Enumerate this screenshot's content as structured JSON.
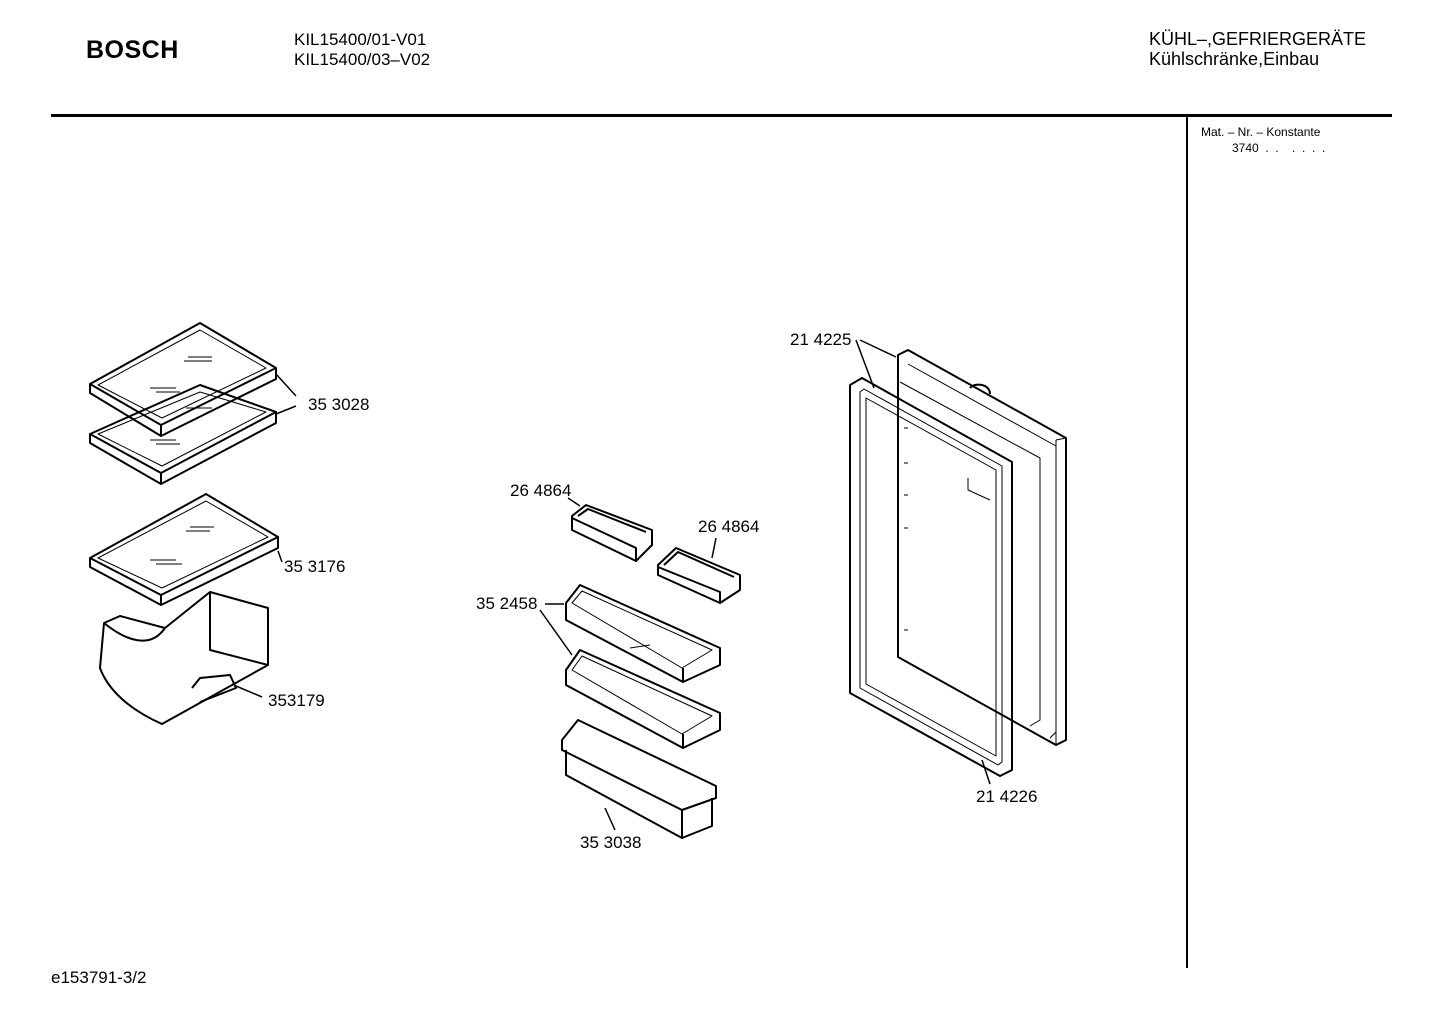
{
  "header": {
    "brand": "BOSCH",
    "models": [
      "KIL15400/01-V01",
      "KIL15400/03–V02"
    ],
    "category": "KÜHL–,GEFRIERGERÄTE",
    "subcategory": "Kühlschränke,Einbau"
  },
  "sidebar": {
    "mat_heading": "Mat. – Nr. – Konstante",
    "mat_value": "3740  .  .    .  .  .  ."
  },
  "parts": [
    {
      "label": "35 3028"
    },
    {
      "label": "35 3176"
    },
    {
      "label": "353179"
    },
    {
      "label": "26 4864"
    },
    {
      "label": "26 4864"
    },
    {
      "label": "35 2458"
    },
    {
      "label": "35 3038"
    },
    {
      "label": "21 4225"
    },
    {
      "label": "21 4226"
    }
  ],
  "footer": {
    "doc_id": "e153791-3/2"
  }
}
